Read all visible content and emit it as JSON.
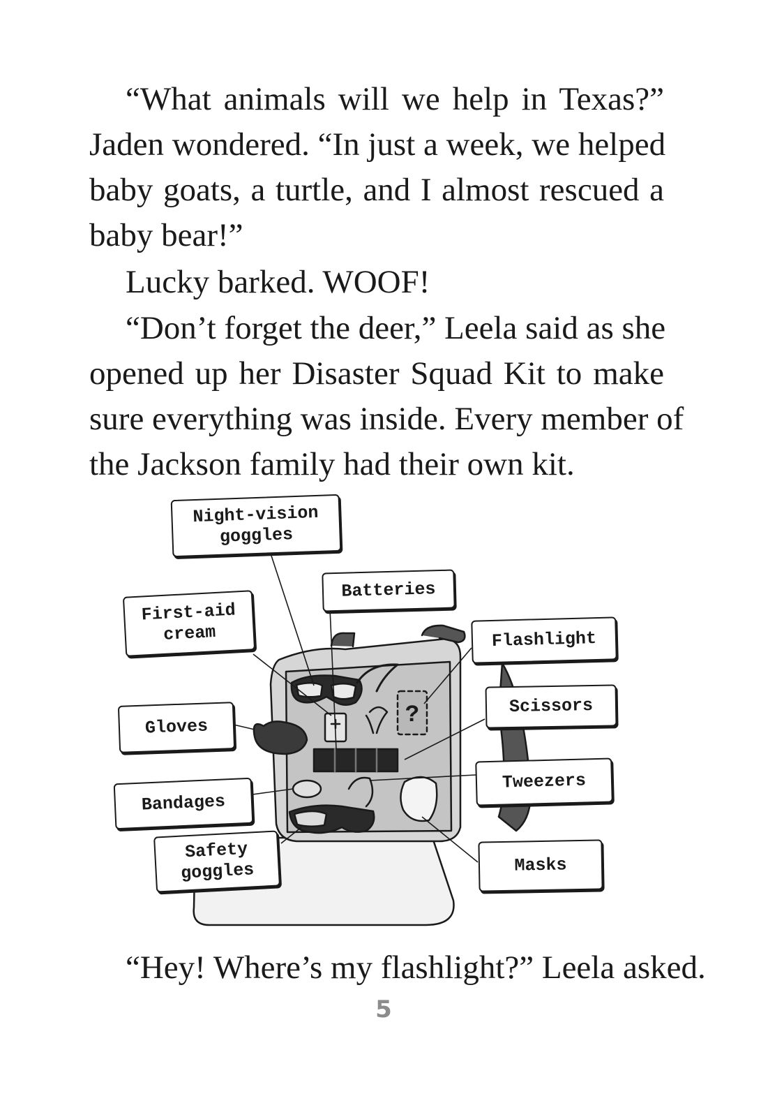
{
  "story": {
    "p1": [
      "“What animals will we help in Texas?”",
      "Jaden wondered. “In just a week, we helped",
      "baby goats, a turtle, and I almost rescued a",
      "baby bear!”"
    ],
    "p2": [
      "Lucky barked. WOOF!"
    ],
    "p3": [
      "“Don’t forget the deer,” Leela said as she",
      "opened up her Disaster Squad Kit to make",
      "sure everything was inside. Every member of",
      "the Jackson family had their own kit."
    ],
    "p4": [
      "“Hey! Where’s my flashlight?” Leela asked."
    ]
  },
  "illustration": {
    "labels": {
      "night_vision_goggles": [
        "Night-vision",
        "goggles"
      ],
      "batteries": [
        "Batteries"
      ],
      "first_aid_cream": [
        "First-aid",
        "cream"
      ],
      "flashlight": [
        "Flashlight"
      ],
      "scissors": [
        "Scissors"
      ],
      "gloves": [
        "Gloves"
      ],
      "tweezers": [
        "Tweezers"
      ],
      "bandages": [
        "Bandages"
      ],
      "safety_goggles": [
        "Safety",
        "goggles"
      ],
      "masks": [
        "Masks"
      ]
    },
    "missing_item_mark": "?"
  },
  "page_number": "5",
  "colors": {
    "ink": "#1a1a1a",
    "page_number": "#8c8c8c",
    "kit_gray": "#cfcfcf"
  }
}
